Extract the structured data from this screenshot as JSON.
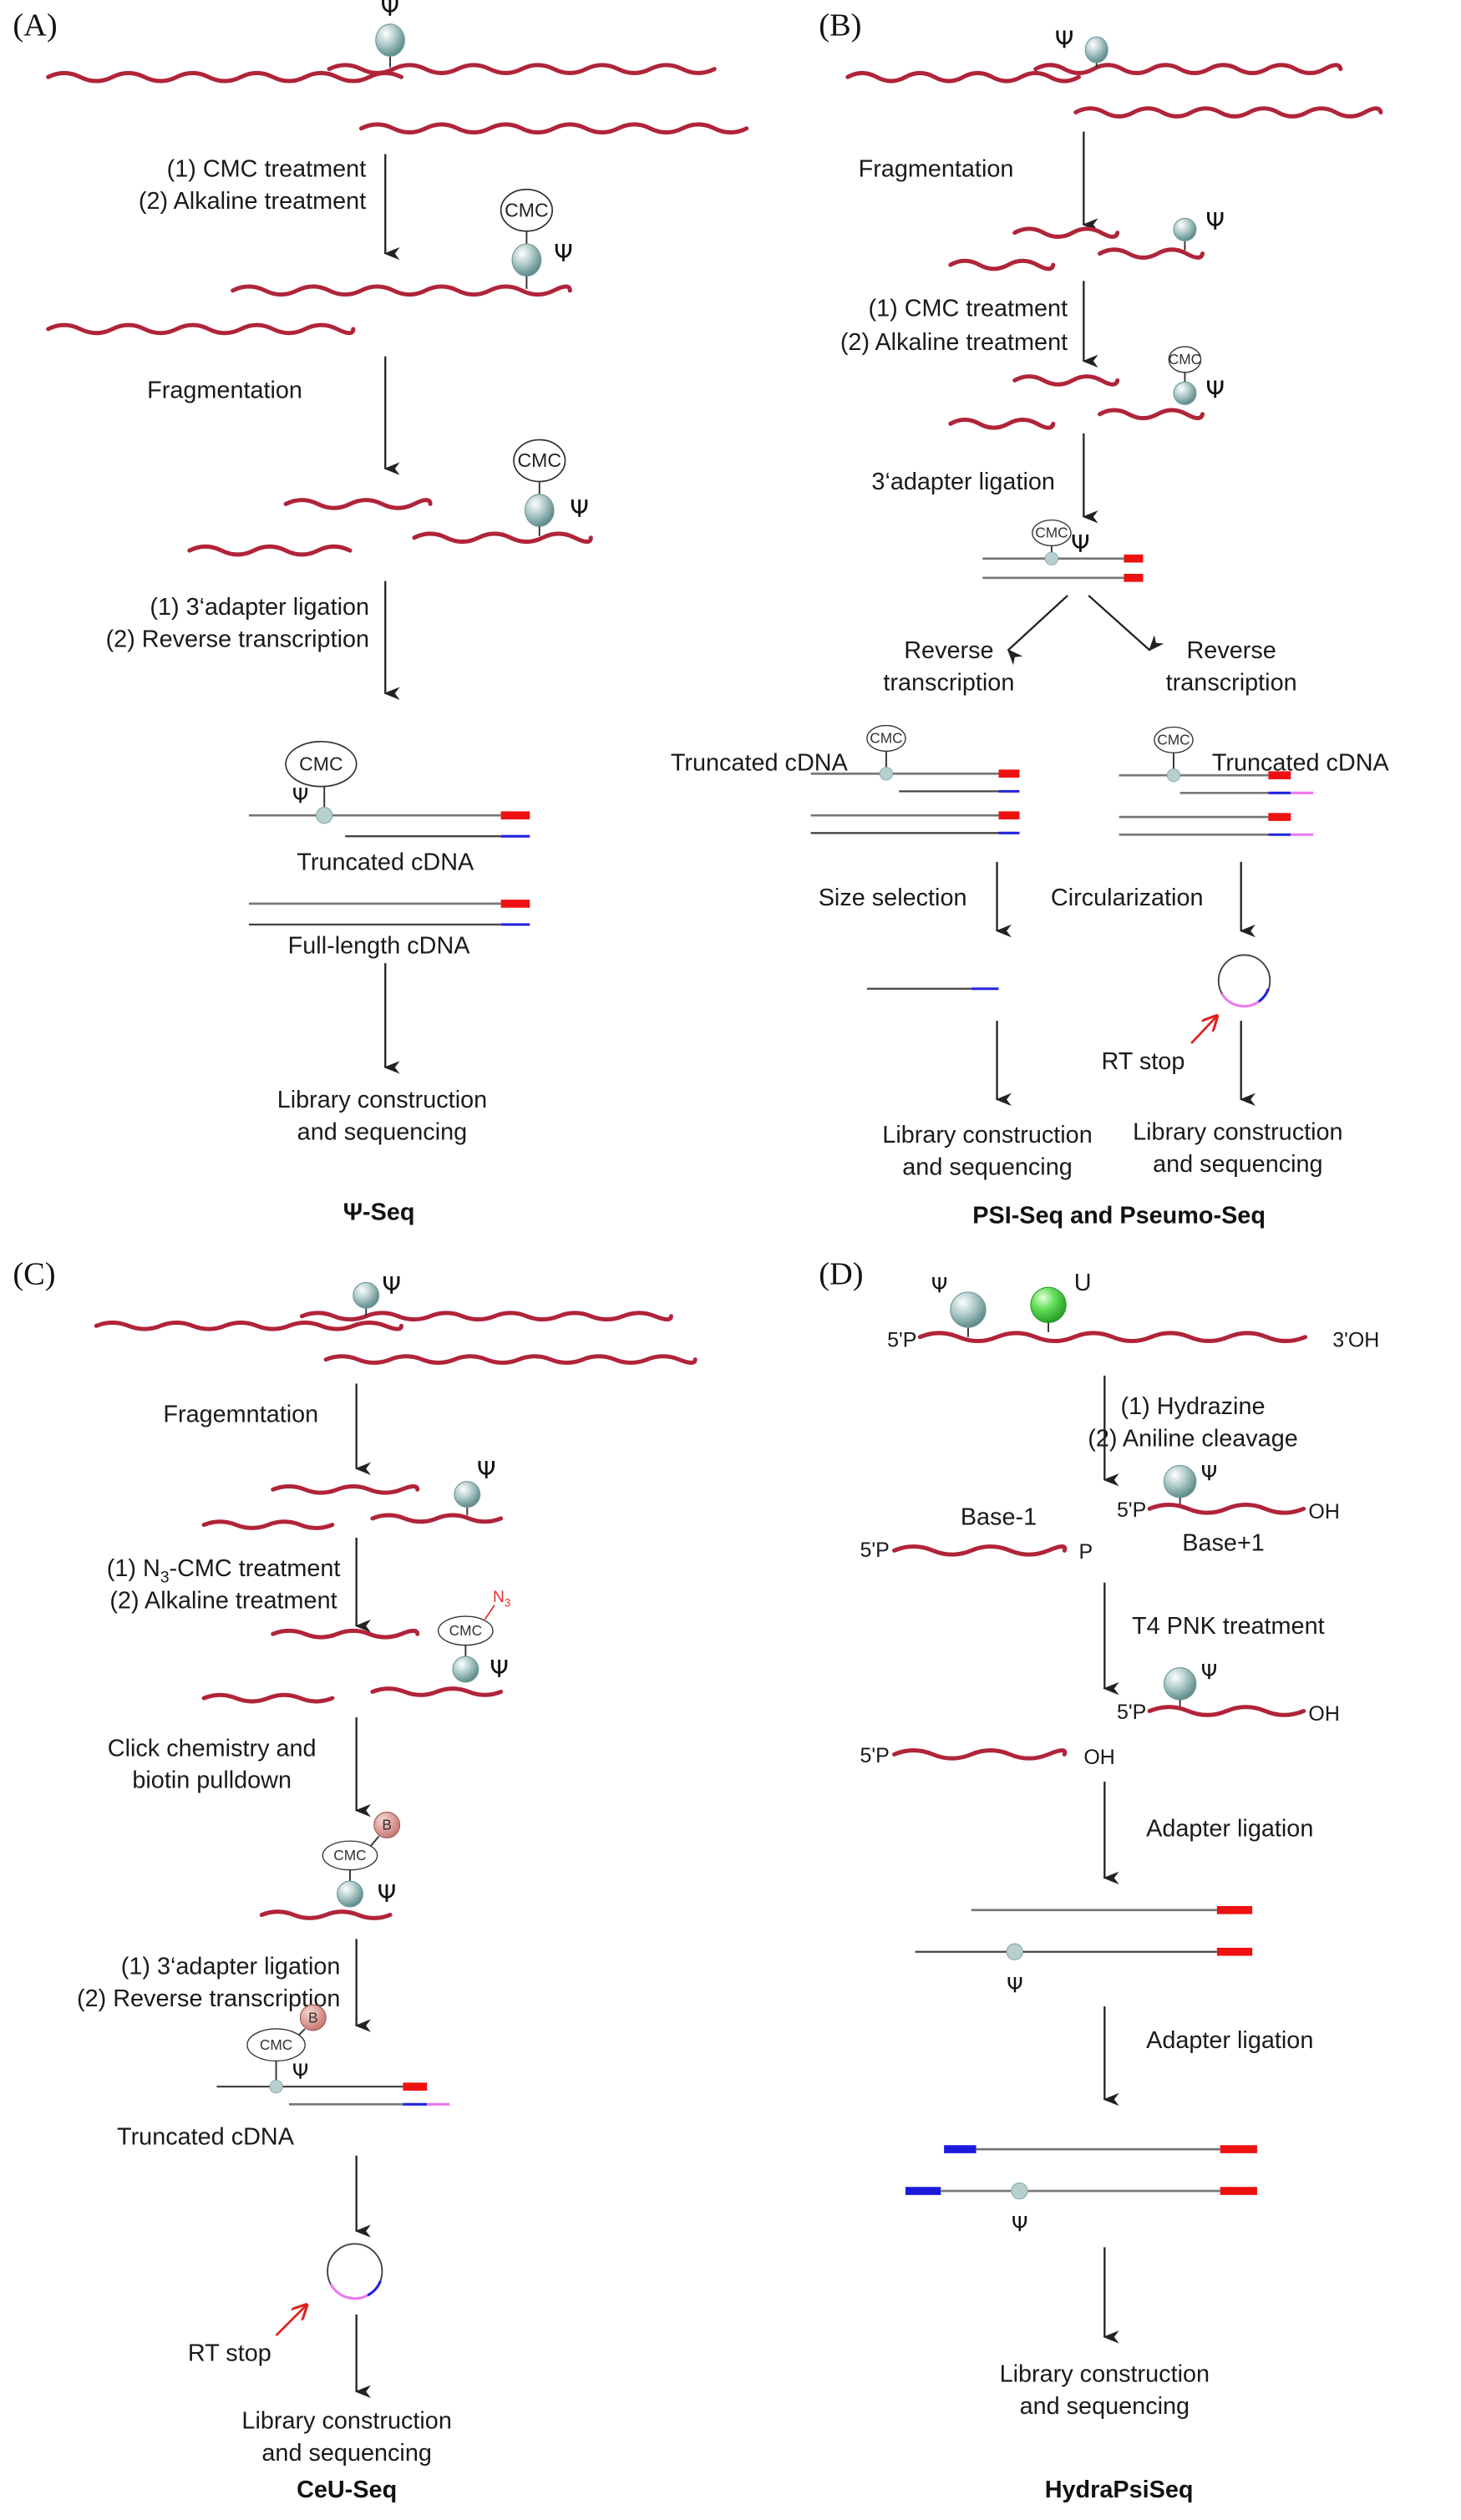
{
  "figure": {
    "panels": [
      {
        "id": "A",
        "letter": "(A)",
        "title": "Ψ-Seq",
        "psi": "Ψ",
        "cmc": "CMC",
        "steps": {
          "s1_line1": "(1) CMC treatment",
          "s1_line2": "(2) Alkaline treatment",
          "s2": "Fragmentation",
          "s3_line1": "(1) 3‘adapter ligation",
          "s3_line2": "(2) Reverse transcription",
          "truncated": "Truncated cDNA",
          "fulllength": "Full-length cDNA",
          "lib_line1": "Library construction",
          "lib_line2": "and sequencing"
        }
      },
      {
        "id": "B",
        "letter": "(B)",
        "title": "PSI-Seq and Pseumo-Seq",
        "psi": "Ψ",
        "cmc": "CMC",
        "steps": {
          "s1": "Fragmentation",
          "s2_line1": "(1) CMC treatment",
          "s2_line2": "(2) Alkaline treatment",
          "s3": "3‘adapter ligation",
          "rt_line1": "Reverse",
          "rt_line2": "transcription",
          "truncated": "Truncated cDNA",
          "size_selection": "Size selection",
          "circularization": "Circularization",
          "rt_stop": "RT stop",
          "lib_line1": "Library construction",
          "lib_line2": "and sequencing"
        }
      },
      {
        "id": "C",
        "letter": "(C)",
        "title": "CeU-Seq",
        "psi": "Ψ",
        "cmc": "CMC",
        "n3": "N",
        "n3_sub": "3",
        "biotin": "B",
        "steps": {
          "s1": "Fragemntation",
          "s2_line1_pre": "(1) N",
          "s2_line1_sub": "3",
          "s2_line1_post": "-CMC treatment",
          "s2_line2": "(2) Alkaline treatment",
          "s3_line1": "Click chemistry and",
          "s3_line2": "biotin pulldown",
          "s4_line1": "(1) 3‘adapter ligation",
          "s4_line2": "(2) Reverse transcription",
          "truncated": "Truncated cDNA",
          "rt_stop": "RT stop",
          "lib_line1": "Library construction",
          "lib_line2": "and sequencing"
        }
      },
      {
        "id": "D",
        "letter": "(D)",
        "title": "HydraPsiSeq",
        "psi": "Ψ",
        "u": "U",
        "ends": {
          "five_p": "5'P",
          "three_oh": "3'OH",
          "oh": "OH",
          "p": "P"
        },
        "steps": {
          "s1_line1": "(1) Hydrazine",
          "s1_line2": "(2) Aniline cleavage",
          "base_minus": "Base-1",
          "base_plus": "Base+1",
          "s2": "T4 PNK treatment",
          "s3": "Adapter ligation",
          "s4": "Adapter ligation",
          "lib_line1": "Library construction",
          "lib_line2": "and sequencing"
        }
      }
    ],
    "colors": {
      "rna": "#b0243a",
      "psi_bead": "#9fbfbf",
      "uridine_bead": "#55dd55",
      "adapter_3p": "#ee1111",
      "adapter_5p": "#1a1adb",
      "circ_adapter": "#ee77ee",
      "biotin": "#d99a94",
      "rt_stop_arrow": "#e02020"
    }
  }
}
